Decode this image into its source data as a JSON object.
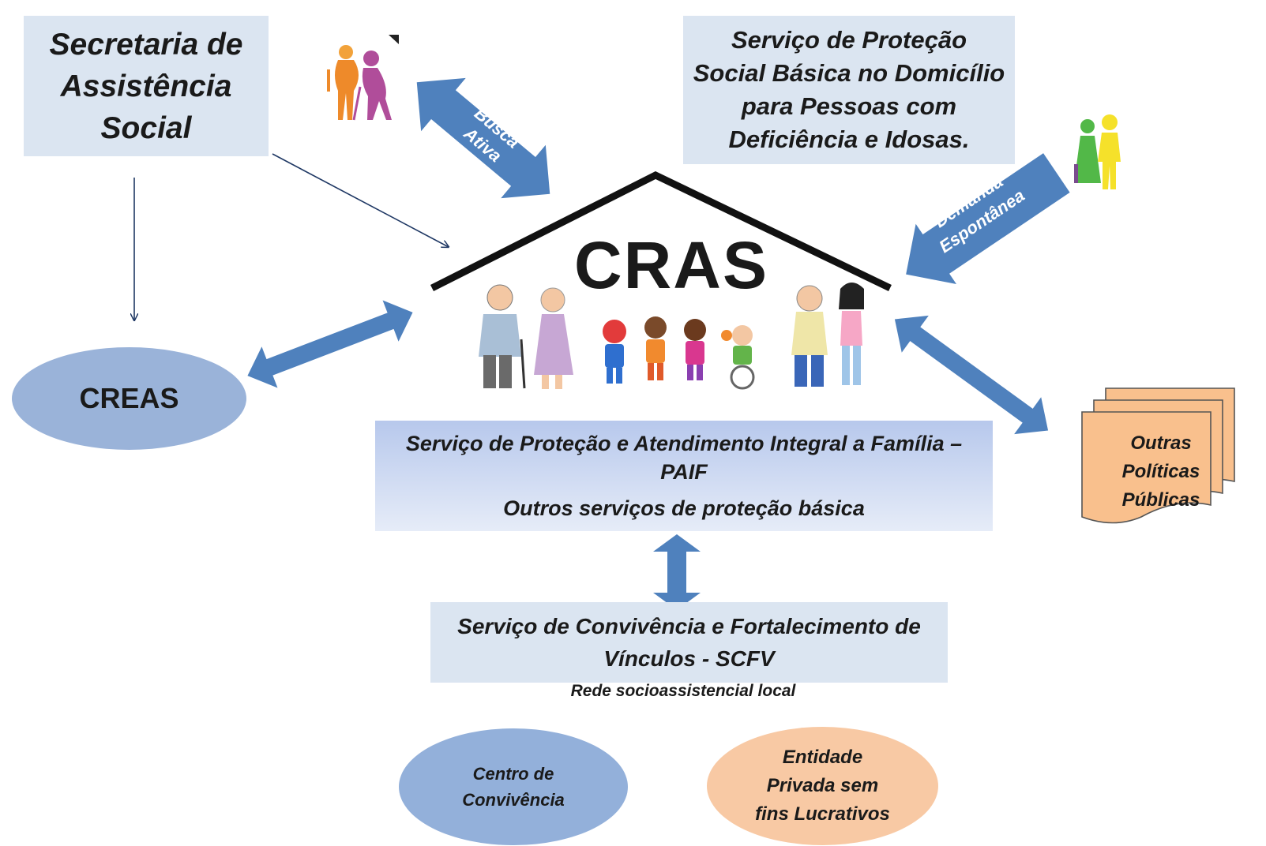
{
  "secretaria": {
    "lines": [
      "Secretaria de",
      "Assistência",
      "Social"
    ]
  },
  "pcd_service": {
    "lines": [
      "Serviço de Proteção",
      "Social Básica no Domicílio",
      "para Pessoas com",
      "Deficiência e Idosas."
    ]
  },
  "busca_ativa": {
    "lines": [
      "Busca",
      "Ativa"
    ]
  },
  "demanda": {
    "lines": [
      "Demanda",
      "Espontânea"
    ]
  },
  "cras": {
    "title": "CRAS"
  },
  "creas": {
    "label": "CREAS"
  },
  "paif": {
    "line1": "Serviço de Proteção e  Atendimento Integral a Família –",
    "line2": "PAIF",
    "line3": "Outros serviços de proteção básica"
  },
  "outras_politicas": {
    "lines": [
      "Outras",
      "Políticas",
      "Públicas"
    ]
  },
  "scfv": {
    "line1": "Serviço de Convivência e Fortalecimento de",
    "line2": "Vínculos  - SCFV"
  },
  "rede": {
    "label": "Rede socioassistencial local"
  },
  "centro": {
    "lines": [
      "Centro de",
      "Convivência"
    ]
  },
  "entidade": {
    "lines": [
      "Entidade",
      "Privada sem",
      "fins  Lucrativos"
    ]
  },
  "colors": {
    "box_blue": "#dbe5f1",
    "arrow_blue": "#4f81bd",
    "ellipse_blue": "#9ab3d9",
    "ellipse_orange": "#f8c9a4",
    "doc_orange": "#f9c08d"
  }
}
